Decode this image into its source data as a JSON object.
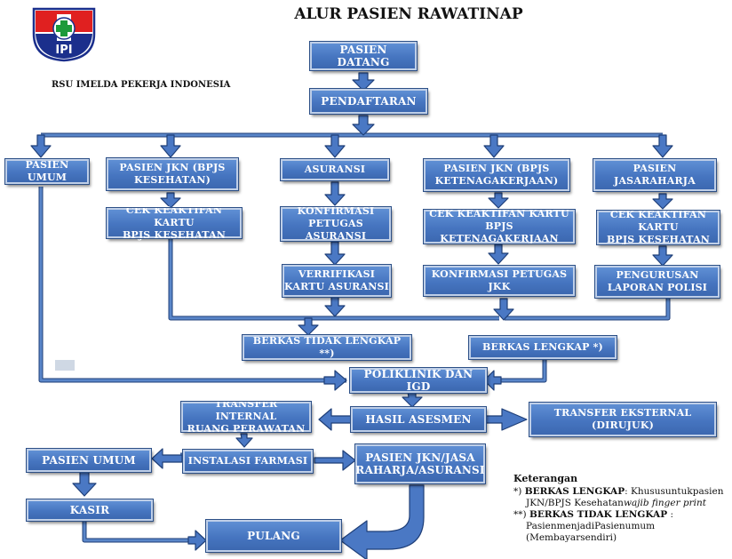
{
  "title": "ALUR PASIEN RAWATINAP",
  "hospital": {
    "name": "RSU IMELDA PEKERJA  INDONESIA",
    "logo_letters": "IPI"
  },
  "boxes": {
    "pasien_datang": "PASIEN DATANG",
    "pendaftaran": "PENDAFTARAN",
    "pasien_umum_top": "PASIEN  UMUM",
    "pasien_jkn_bpjs_kesehatan": "PASIEN JKN (BPJS\nKESEHATAN)",
    "asuransi": "ASURANSI",
    "pasien_jkn_bpjs_ketenagakerjaan": "PASIEN JKN (BPJS\nKETENAGAKERJAAN)",
    "pasien_jasaraharja": "PASIEN JASARAHARJA",
    "cek_bpjs_kesehatan_1": "CEK KEAKTIFAN KARTU\nBPJS KESEHATAN",
    "konfirmasi_asuransi": "KONFIRMASI\nPETUGAS ASURANSI",
    "cek_bpjs_ketenagakerjaan": "CEK KEAKTIFAN KARTU BPJS\nKETENAGAKERJAAN",
    "cek_bpjs_kesehatan_2": "CEK KEAKTIFAN KARTU\nBPJS KESEHATAN",
    "verifikasi_kartu": "VERRIFIKASI\nKARTU ASURANSI",
    "konfirmasi_jkk": "KONFIRMASI PETUGAS JKK",
    "pengurusan_polisi": "PENGURUSAN\nLAPORAN POLISI",
    "berkas_tidak_lengkap": "BERKAS TIDAK LENGKAP **)",
    "berkas_lengkap": "BERKAS LENGKAP *)",
    "poliklinik_igd": "POLIKLINIK DAN IGD",
    "hasil_asesmen": "HASIL ASESMEN",
    "transfer_internal": "TRANSFER INTERNAL\nRUANG PERAWATAN",
    "transfer_eksternal": "TRANSFER EKSTERNAL (DIRUJUK)",
    "instalasi_farmasi": "INSTALASI FARMASI",
    "pasien_umum_bottom": "PASIEN  UMUM",
    "pasien_jkn_jasa_raharja": "PASIEN  JKN/JASA\nRAHARJA/ASURANSI",
    "kasir": "KASIR",
    "pulang": "PULANG"
  },
  "legend": {
    "title": "Keterangan",
    "item1_marker": "*)",
    "item1_label": "BERKAS LENGKAP",
    "item1_text": ": Khususuntukpasien",
    "item1_line2a": "JKN/BPJS Kesehatan",
    "item1_line2b": "wajib finger print",
    "item2_marker": "**)",
    "item2_label": "BERKAS TIDAK LENGKAP",
    "item2_text": " :",
    "item2_line2": "PasienmenjadiPasienumum",
    "item2_line3": "(Membayarsendiri)"
  },
  "colors": {
    "box_fill": "#4675c0",
    "line": "#3a67ad",
    "line_dark": "#1f3f78",
    "logo_red": "#e02020",
    "logo_blue": "#1b2f8c",
    "logo_green": "#1d9a3a"
  }
}
